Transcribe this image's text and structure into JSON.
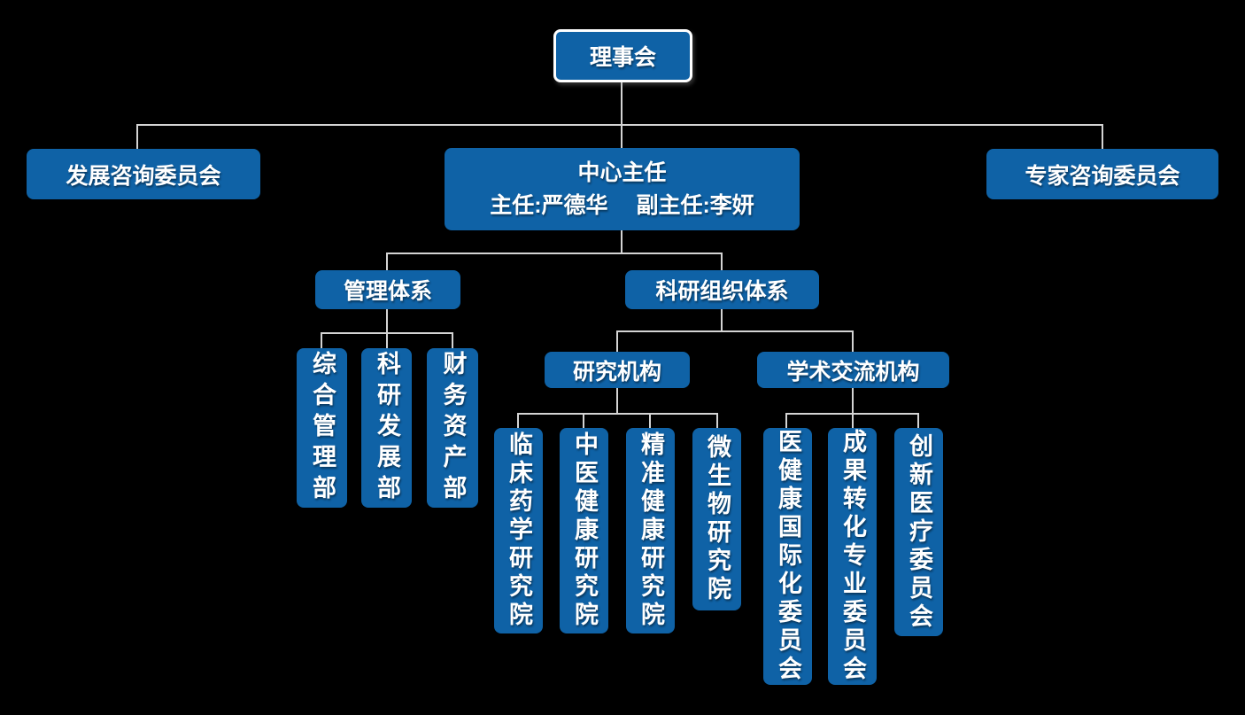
{
  "org": {
    "root": {
      "label": "理事会"
    },
    "advisory_left": {
      "label": "发展咨询委员会"
    },
    "director": {
      "title": "中心主任",
      "subtitle": "主任:严德华　 副主任:李妍"
    },
    "advisory_right": {
      "label": "专家咨询委员会"
    },
    "management": {
      "label": "管理体系",
      "departments": [
        {
          "label": "综合管理部"
        },
        {
          "label": "科研发展部"
        },
        {
          "label": "财务资产部"
        }
      ]
    },
    "research_org": {
      "label": "科研组织体系",
      "research": {
        "label": "研究机构",
        "institutes": [
          {
            "label": "临床药学研究院"
          },
          {
            "label": "中医健康研究院"
          },
          {
            "label": "精准健康研究院"
          },
          {
            "label": "微生物研究院"
          }
        ]
      },
      "academic": {
        "label": "学术交流机构",
        "committees": [
          {
            "label": "医健康国际化委员会"
          },
          {
            "label": "成果转化专业委员会"
          },
          {
            "label": "创新医疗委员会"
          }
        ]
      }
    }
  },
  "colors": {
    "background": "#000000",
    "box_fill": "#0F62A6",
    "box_border": "#FFFFFF",
    "connector": "#D4D4D4",
    "text": "#FFFFFF"
  }
}
